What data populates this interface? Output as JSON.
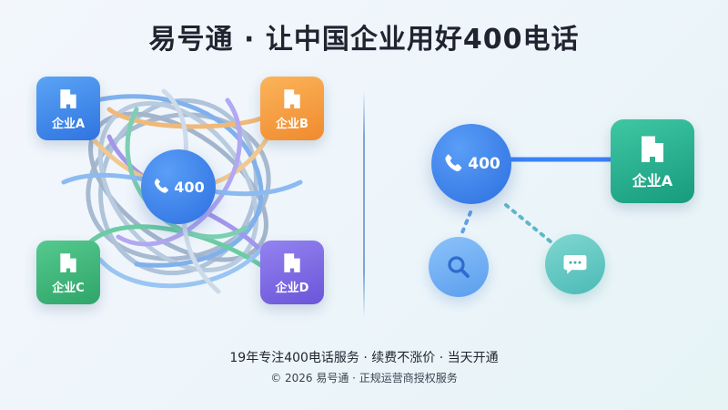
{
  "title": "易号通 · 让中国企业用好400电话",
  "left_panel": {
    "hub_number": "400",
    "companies": [
      "企业A",
      "企业B",
      "企业C",
      "企业D"
    ]
  },
  "right_panel": {
    "hub_number": "400",
    "company": "企业A"
  },
  "icons": [
    "building-icon",
    "phone-icon",
    "search-icon",
    "chat-icon"
  ],
  "colors": {
    "blue": "#3b82f6",
    "orange": "#f59e42",
    "green": "#34b47a",
    "purple": "#7b68e6",
    "teal": "#1fae8f",
    "light_blue": "#6fb0f5"
  },
  "footer": {
    "line1": "19年专注400电话服务 · 续费不涨价 · 当天开通",
    "line2": "© 2026 易号通 · 正规运营商授权服务"
  }
}
